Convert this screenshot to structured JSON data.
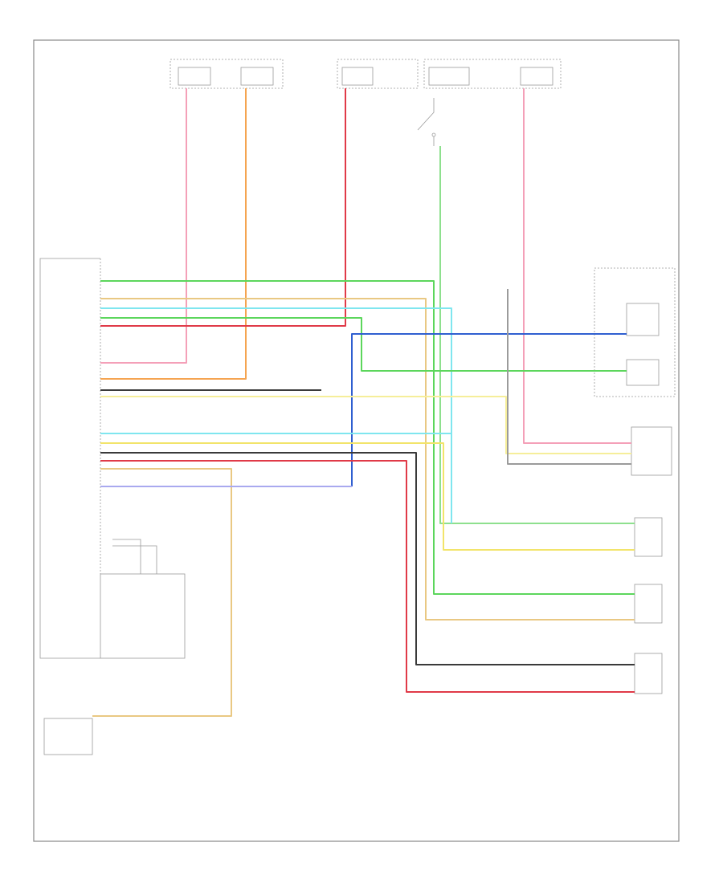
{
  "colors": {
    "pink": "#f4a0b8",
    "orange": "#f5a451",
    "red": "#e03a48",
    "green": "#5cd65c",
    "light_green": "#8ee08e",
    "cyan": "#7fe6ef",
    "tan": "#e9c883",
    "yellow": "#f2e46a",
    "pale_yellow": "#f6ee9a",
    "blue": "#2f5fd0",
    "lavender": "#a9a9ef",
    "black": "#3a3a3a",
    "gray": "#9b9b9b"
  },
  "wires": [
    {
      "id": "hot-run-fuse-pink",
      "color": "pink"
    },
    {
      "id": "hot-run-fuse-orange",
      "color": "orange"
    },
    {
      "id": "hot-all-times-red",
      "color": "red"
    },
    {
      "id": "brake-switch-light-green",
      "color": "light_green"
    },
    {
      "id": "diag-pink",
      "color": "pink"
    },
    {
      "id": "rf-valve-green",
      "color": "green"
    },
    {
      "id": "rr-valve-tan",
      "color": "tan"
    },
    {
      "id": "lf-valve-cyan",
      "color": "cyan"
    },
    {
      "id": "rear-valve-green",
      "color": "green"
    },
    {
      "id": "lamp-blue",
      "color": "blue"
    },
    {
      "id": "rr-sensor-light-green",
      "color": "light_green"
    },
    {
      "id": "data-yellow",
      "color": "pale_yellow"
    },
    {
      "id": "lf-sensor-cyan",
      "color": "cyan"
    },
    {
      "id": "lf-sensor-yellow",
      "color": "yellow"
    },
    {
      "id": "rear-sensor-black",
      "color": "black"
    },
    {
      "id": "rear-sensor-red",
      "color": "red"
    },
    {
      "id": "speed-output-tan",
      "color": "tan"
    },
    {
      "id": "lamp-driver-lavender",
      "color": "lavender"
    },
    {
      "id": "ground-black",
      "color": "black"
    },
    {
      "id": "ground-gray",
      "color": "gray"
    }
  ]
}
